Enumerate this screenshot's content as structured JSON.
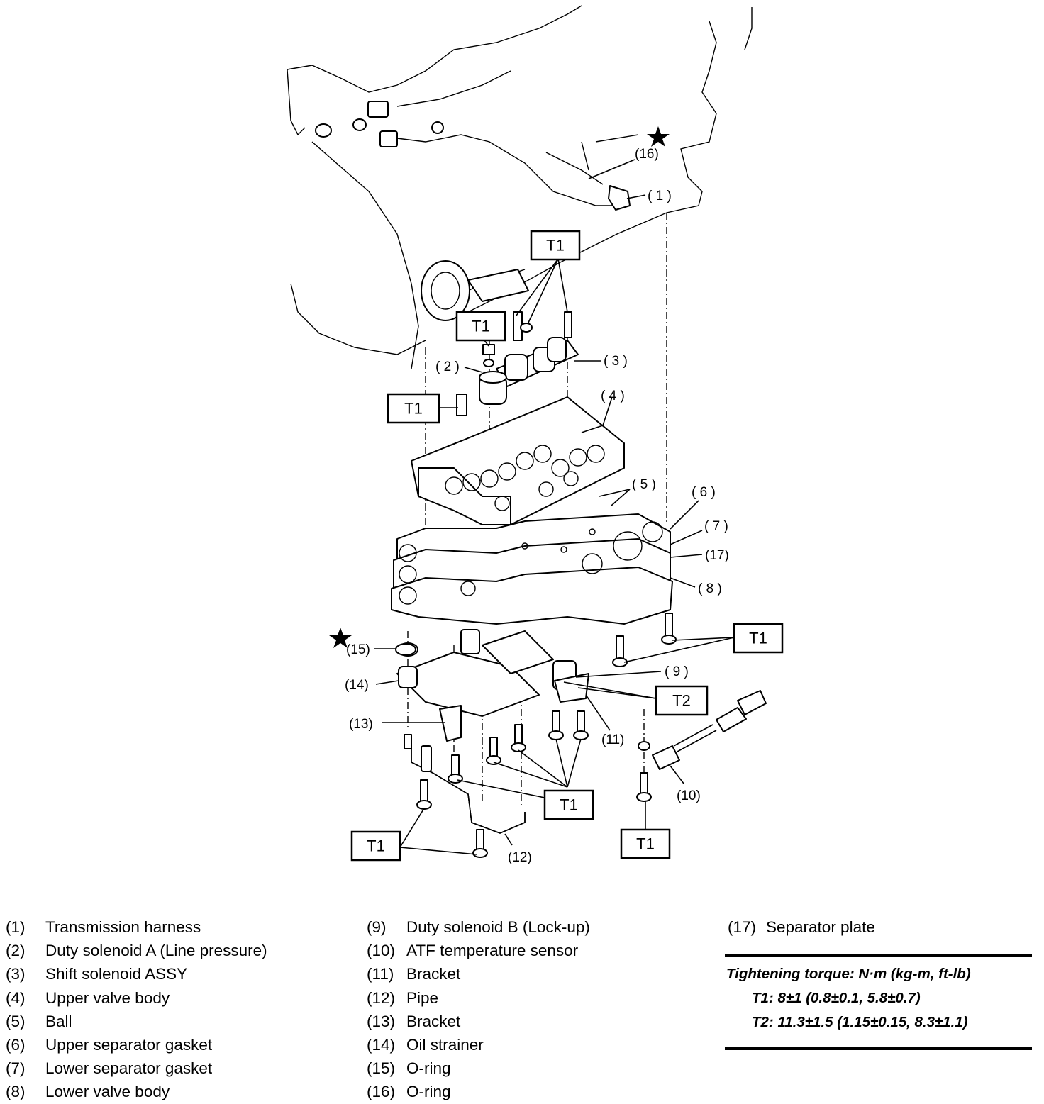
{
  "diagram": {
    "callouts": {
      "c1": "( 1 )",
      "c2": "( 2 )",
      "c3": "( 3 )",
      "c4": "( 4 )",
      "c5": "( 5 )",
      "c6": "( 6 )",
      "c7": "( 7 )",
      "c8": "( 8 )",
      "c9": "( 9 )",
      "c10": "(10)",
      "c11": "(11)",
      "c12": "(12)",
      "c13": "(13)",
      "c14": "(14)",
      "c15": "(15)",
      "c16": "(16)",
      "c17": "(17)"
    },
    "torque_label_t1": "T1",
    "torque_label_t2": "T2"
  },
  "legend": {
    "items": [
      {
        "num": "(1)",
        "name": "Transmission harness"
      },
      {
        "num": "(2)",
        "name": "Duty solenoid A (Line pressure)"
      },
      {
        "num": "(3)",
        "name": "Shift solenoid ASSY"
      },
      {
        "num": "(4)",
        "name": "Upper valve body"
      },
      {
        "num": "(5)",
        "name": "Ball"
      },
      {
        "num": "(6)",
        "name": "Upper separator gasket"
      },
      {
        "num": "(7)",
        "name": "Lower separator gasket"
      },
      {
        "num": "(8)",
        "name": "Lower valve body"
      },
      {
        "num": "(9)",
        "name": "Duty solenoid B (Lock-up)"
      },
      {
        "num": "(10)",
        "name": "ATF temperature sensor"
      },
      {
        "num": "(11)",
        "name": "Bracket"
      },
      {
        "num": "(12)",
        "name": "Pipe"
      },
      {
        "num": "(13)",
        "name": "Bracket"
      },
      {
        "num": "(14)",
        "name": "Oil strainer"
      },
      {
        "num": "(15)",
        "name": "O-ring"
      },
      {
        "num": "(16)",
        "name": "O-ring"
      },
      {
        "num": "(17)",
        "name": "Separator plate"
      }
    ]
  },
  "torque": {
    "title": "Tightening torque: N·m (kg-m, ft-lb)",
    "t1": "T1: 8±1 (0.8±0.1, 5.8±0.7)",
    "t2": "T2: 11.3±1.5 (1.15±0.15, 8.3±1.1)"
  }
}
